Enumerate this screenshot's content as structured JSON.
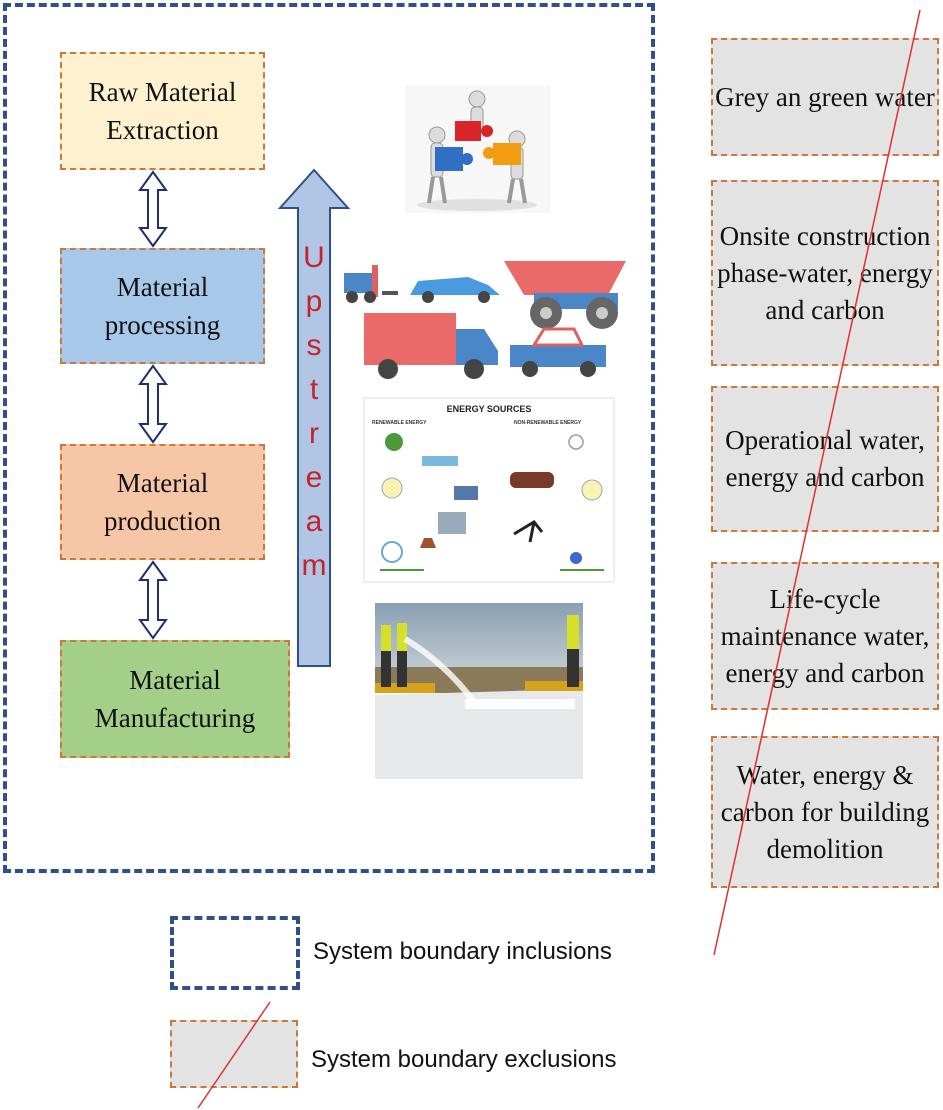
{
  "stages": [
    {
      "label": "Raw Material Extraction",
      "color": "#fdf1cf"
    },
    {
      "label": "Material processing",
      "color": "#a8c8ea"
    },
    {
      "label": "Material production",
      "color": "#f7c6a6"
    },
    {
      "label": "Material Manufacturing",
      "color": "#a3cf88"
    }
  ],
  "upstream_label": "Upstream",
  "upstream_letters": [
    "U",
    "p",
    "s",
    "t",
    "r",
    "e",
    "a",
    "m"
  ],
  "energy_panel": {
    "title": "ENERGY SOURCES",
    "left_heading": "RENEWABLE ENERGY",
    "right_heading": "NON-RENEWABLE ENERGY"
  },
  "exclusions": [
    "Grey an green water",
    "Onsite construction phase-water, energy and carbon",
    "Operational water, energy and carbon",
    "Life-cycle maintenance water, energy and carbon",
    "Water, energy & carbon for building demolition"
  ],
  "legend": {
    "inclusions": "System boundary inclusions",
    "exclusions": "System boundary exclusions"
  },
  "colors": {
    "boundary": "#2f4f8f",
    "exclusion_border": "#c97a3a",
    "exclusion_fill": "#e3e3e3",
    "strike_line": "#e03030",
    "arrow_fill": "#b0c6e4",
    "upstream_text": "#c0262c"
  },
  "icons": [
    "puzzle-team-icon",
    "vehicles-icon",
    "energy-sources-icon",
    "construction-photo-icon",
    "double-arrow-icon",
    "up-arrow-icon"
  ]
}
